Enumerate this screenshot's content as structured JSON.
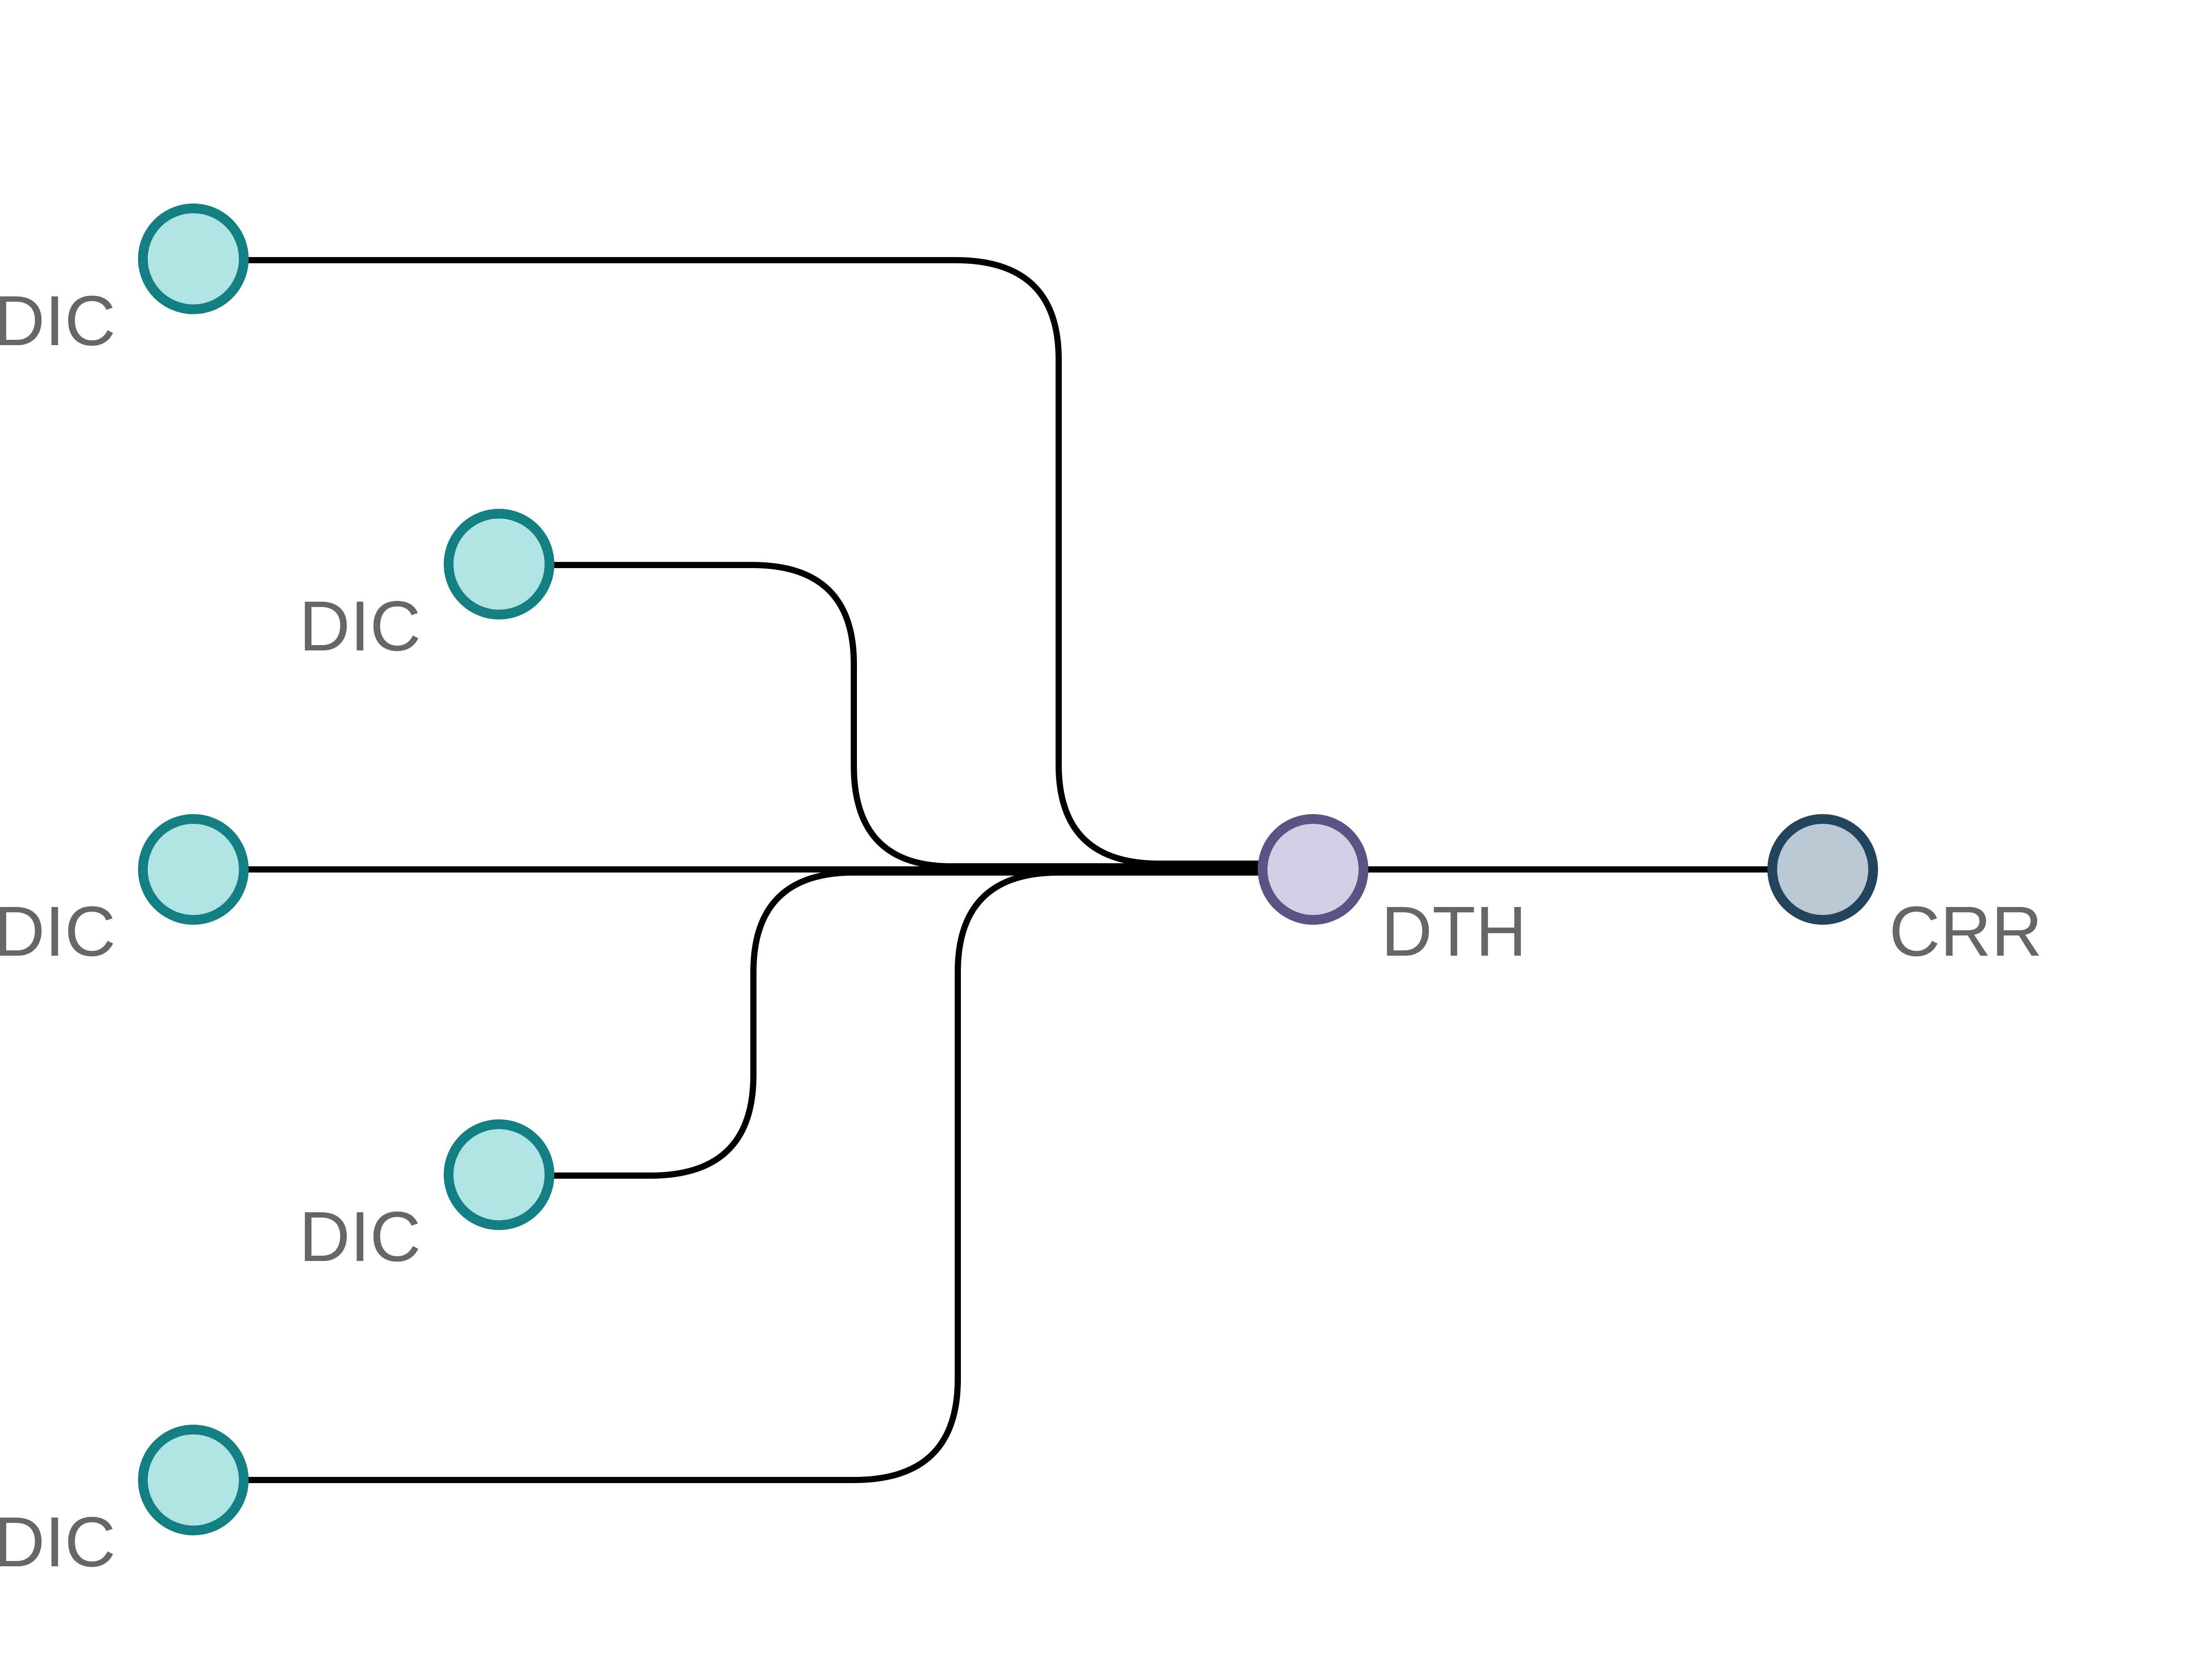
{
  "diagram": {
    "nodes": [
      {
        "id": "dic-1",
        "label": "DIC",
        "kind": "input"
      },
      {
        "id": "dic-2",
        "label": "DIC",
        "kind": "input"
      },
      {
        "id": "dic-3",
        "label": "DIC",
        "kind": "input"
      },
      {
        "id": "dic-4",
        "label": "DIC",
        "kind": "input"
      },
      {
        "id": "dic-5",
        "label": "DIC",
        "kind": "input"
      },
      {
        "id": "dth",
        "label": "DTH",
        "kind": "hub"
      },
      {
        "id": "crr",
        "label": "CRR",
        "kind": "output"
      }
    ],
    "edges": [
      {
        "from": "dic-1",
        "to": "dth"
      },
      {
        "from": "dic-2",
        "to": "dth"
      },
      {
        "from": "dic-3",
        "to": "dth"
      },
      {
        "from": "dic-4",
        "to": "dth"
      },
      {
        "from": "dic-5",
        "to": "dth"
      },
      {
        "from": "dth",
        "to": "crr"
      }
    ],
    "colors": {
      "input_fill": "#B0E3E4",
      "input_stroke": "#137F82",
      "hub_fill": "#D0CFE4",
      "hub_stroke": "#5A5384",
      "output_fill": "#BAC8D3",
      "output_stroke": "#23445D",
      "edge": "#000000",
      "label": "#666666"
    }
  }
}
